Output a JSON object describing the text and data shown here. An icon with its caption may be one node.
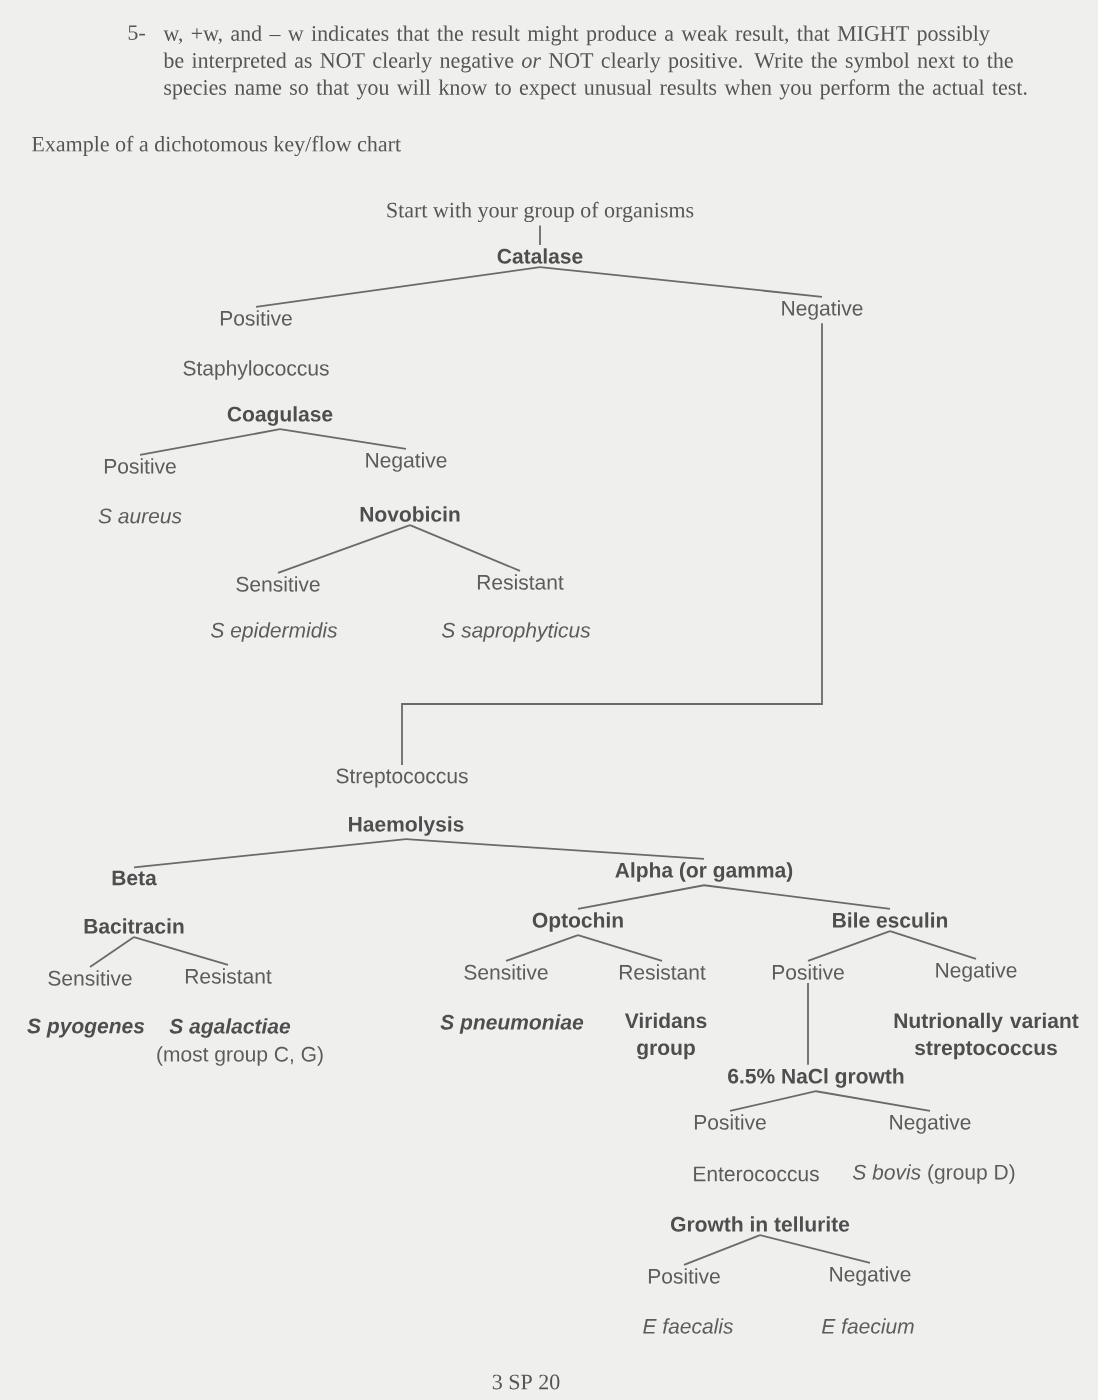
{
  "diagram": {
    "nodes": [
      {
        "text": [
          "Start with your group of organisms"
        ]
      },
      {
        "text": [
          "Catalase"
        ]
      },
      {
        "text": [
          "Positive"
        ]
      },
      {
        "text": [
          "Negative"
        ]
      },
      {
        "text": [
          "Coagulase"
        ]
      },
      {
        "text": [
          "Positive"
        ]
      },
      {
        "text": [
          "Negative"
        ]
      },
      {
        "text": [
          "Novobicin"
        ]
      },
      {
        "text": [
          "Sensitive"
        ]
      },
      {
        "text": [
          "Resistant"
        ]
      },
      {
        "text": [
          "Streptococcus"
        ]
      },
      {
        "text": [
          "Haemolysis"
        ]
      },
      {
        "text": [
          "Beta"
        ]
      },
      {
        "text": [
          "Alpha (or gamma)"
        ]
      },
      {
        "text": [
          "Bacitracin"
        ]
      },
      {
        "text": [
          "Optochin"
        ]
      },
      {
        "text": [
          "Bile esculin"
        ]
      },
      {
        "text": [
          "Sensitive"
        ]
      },
      {
        "text": [
          "Resistant"
        ]
      },
      {
        "text": [
          "Sensitive"
        ]
      },
      {
        "text": [
          "Resistant"
        ]
      },
      {
        "text": [
          "Positive"
        ]
      },
      {
        "text": [
          "Negative"
        ]
      },
      {
        "text": [
          "6.5% NaCl growth"
        ]
      },
      {
        "text": [
          "Positive"
        ]
      },
      {
        "text": [
          "Negative"
        ]
      },
      {
        "text": [
          "Growth in tellurite"
        ]
      },
      {
        "text": [
          "Positive"
        ]
      },
      {
        "text": [
          "Negative"
        ]
      }
    ],
    "edges": [
      {
        "from": 0,
        "to": 1,
        "arrow": "none"
      },
      {
        "from": 1,
        "to": 2,
        "arrow": "none"
      },
      {
        "from": 1,
        "to": 3,
        "arrow": "none"
      },
      {
        "from": 3,
        "to": 10,
        "arrow": "none"
      },
      {
        "from": 4,
        "to": 5,
        "arrow": "none"
      },
      {
        "from": 4,
        "to": 6,
        "arrow": "none"
      },
      {
        "from": 7,
        "to": 8,
        "arrow": "none"
      },
      {
        "from": 7,
        "to": 9,
        "arrow": "none"
      },
      {
        "from": 11,
        "to": 12,
        "arrow": "none"
      },
      {
        "from": 11,
        "to": 13,
        "arrow": "none"
      },
      {
        "from": 14,
        "to": 17,
        "arrow": "none"
      },
      {
        "from": 14,
        "to": 18,
        "arrow": "none"
      },
      {
        "from": 13,
        "to": 15,
        "arrow": "none"
      },
      {
        "from": 13,
        "to": 16,
        "arrow": "none"
      },
      {
        "from": 15,
        "to": 19,
        "arrow": "none"
      },
      {
        "from": 15,
        "to": 20,
        "arrow": "none"
      },
      {
        "from": 16,
        "to": 21,
        "arrow": "none"
      },
      {
        "from": 16,
        "to": 22,
        "arrow": "none"
      },
      {
        "from": 21,
        "to": 23,
        "arrow": "none"
      },
      {
        "from": 23,
        "to": 24,
        "arrow": "none"
      },
      {
        "from": 23,
        "to": 25,
        "arrow": "none"
      },
      {
        "from": 26,
        "to": 27,
        "arrow": "none"
      },
      {
        "from": 26,
        "to": 28,
        "arrow": "none"
      }
    ],
    "labels": [
      "5-",
      "w, +w, and – w indicates that the result might produce a weak result, that MIGHT possibly be interpreted as NOT clearly negative *or* NOT clearly positive. Write the symbol next to the species name so that you will know to expect unusual results when you perform the actual test.",
      "Example of a dichotomous key/flow chart",
      "Staphylococcus",
      "S aureus",
      "S epidermidis",
      "S saprophyticus",
      "S pyogenes",
      "S agalactiae",
      "S pneumoniae",
      "Viridans group",
      "Nutrionally variant streptococcus",
      "(most group C, G)",
      "Enterococcus",
      "*S bovis* (group D)",
      "E faecalis",
      "E faecium",
      "3 SP 20"
    ]
  }
}
